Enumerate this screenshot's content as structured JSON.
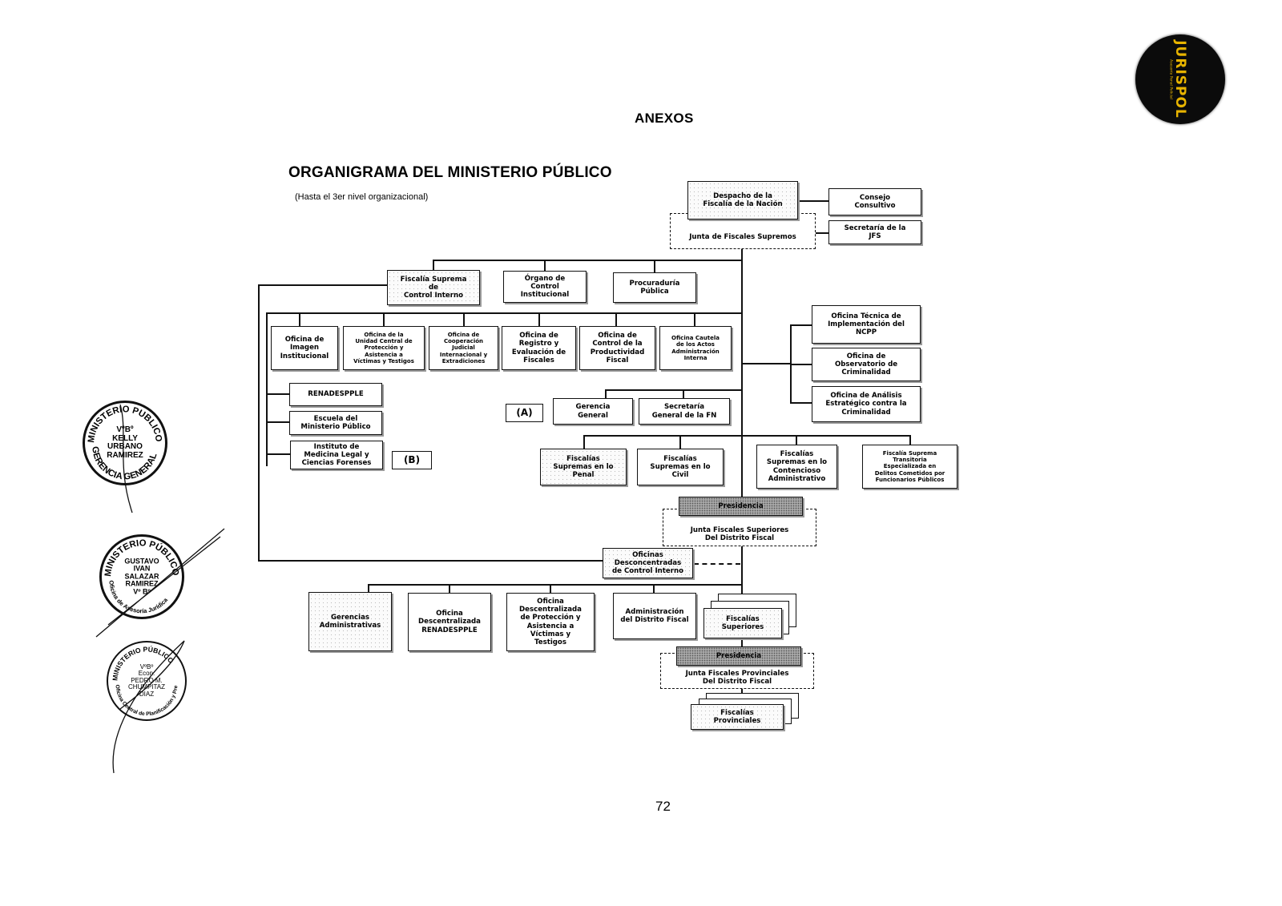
{
  "page": {
    "section_heading": "ANEXOS",
    "title": "ORGANIGRAMA DEL MINISTERIO PÚBLICO",
    "subtitle": "(Hasta el 3er nivel organizacional)",
    "page_number": "72"
  },
  "logo": {
    "name": "JURISPOL",
    "tagline": "Asesoría Penal Policial",
    "color": "#e8b400"
  },
  "stamps": [
    {
      "ring_top": "MINISTERIO PUBLICO",
      "ring_bottom": "GERENCIA GENERAL",
      "center": "VºBº\nKELLY\nURBANO\nRAMIREZ"
    },
    {
      "ring_top": "MINISTERIO PÚBLICO",
      "ring_bottom": "Oficina de Asesoría Jurídica",
      "center": "GUSTAVO\nIVAN\nSALAZAR\nRAMIREZ\nVº Bº"
    },
    {
      "ring_top": "MINISTERIO PÚBLICO",
      "ring_bottom": "Oficina Central de Planificación y Presupuesto",
      "center": "VºBº\nEcon. PEDRO M.\nCHUMPITAZ\nDIAZ"
    }
  ],
  "org": {
    "despacho": "Despacho de la\nFiscalía de la Nación",
    "junta_supremos": "Junta de Fiscales Supremos",
    "consejo": "Consejo\nConsultivo",
    "secretaria_jfs": "Secretaría de la\nJFS",
    "fiscalia_control_interno": "Fiscalía Suprema\nde\nControl Interno",
    "organo_control": "Órgano de\nControl\nInstitucional",
    "procuraduria": "Procuraduría\nPública",
    "oficinas_nivel2": [
      "Oficina de\nImagen\nInstitucional",
      "Oficina de la\nUnidad Central de\nProtección y\nAsistencia a\nVíctimas y Testigos",
      "Oficina de\nCooperación\nJudicial\nInternacional y\nExtradiciones",
      "Oficina de\nRegistro y\nEvaluación de\nFiscales",
      "Oficina de\nControl de la\nProductividad\nFiscal",
      "Oficina Cautela\nde los Actos\nAdministración\nInterna"
    ],
    "oficinas_derecha": [
      "Oficina Técnica de\nImplementación del\nNCPP",
      "Oficina de\nObservatorio de\nCriminalidad",
      "Oficina de Análisis\nEstratégico contra la\nCriminalidad"
    ],
    "renadespple": "RENADESPPLE",
    "escuela": "Escuela del\nMinisterio Público",
    "instituto": "Instituto de\nMedicina Legal y\nCiencias Forenses",
    "label_a": "(A)",
    "label_b": "(B)",
    "gerencia_general": "Gerencia\nGeneral",
    "secretaria_general": "Secretaría\nGeneral de la FN",
    "fiscalias_supremas": [
      "Fiscalías\nSupremas en lo\nPenal",
      "Fiscalías\nSupremas en lo\nCivil",
      "Fiscalías\nSupremas en lo\nContencioso\nAdministrativo",
      "Fiscalía Suprema\nTransitoria\nEspecializada en\nDelitos Cometidos por\nFuncionarios Públicos"
    ],
    "presidencia_superior": "Presidencia",
    "junta_superiores": "Junta Fiscales Superiores\nDel Distrito Fiscal",
    "oficinas_desconcentradas": "Oficinas\nDesconcentradas\nde Control Interno",
    "distrito": [
      "Gerencias\nAdministrativas",
      "Oficina\nDescentralizada\nRENADESPPLE",
      "Oficina\nDescentralizada\nde Protección y\nAsistencia a\nVíctimas y\nTestigos",
      "Administración\ndel Distrito Fiscal"
    ],
    "fiscalias_superiores": "Fiscalías\nSuperiores",
    "presidencia_provincial": "Presidencia",
    "junta_provinciales": "Junta Fiscales Provinciales\nDel Distrito Fiscal",
    "fiscalias_provinciales": "Fiscalías\nProvinciales"
  }
}
